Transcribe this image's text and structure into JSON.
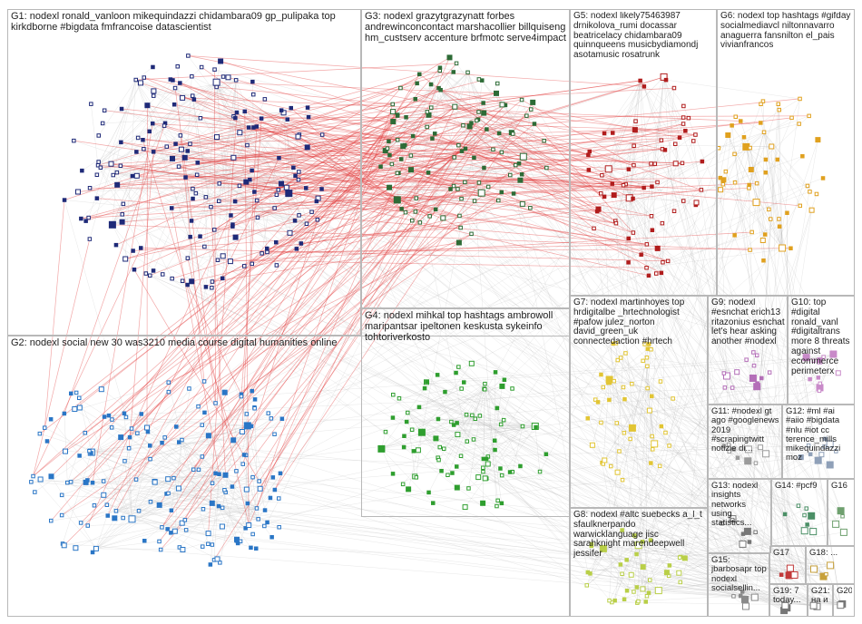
{
  "title": "",
  "colors": {
    "background": "#ffffff",
    "border": "#b8b8b8",
    "edge": "#d2d2d2",
    "inter_edge": "#e23b3b",
    "label": "#1e1e1e"
  },
  "groups": [
    {
      "id": "G1",
      "label": "G1: nodexl ronald_vanloon mikequindazzi chidambara09 gp_pulipaka top kirkdborne #bigdata fmfrancoise datascientist",
      "color": "#1f2a78"
    },
    {
      "id": "G2",
      "label": "G2: nodexl social new 30 was3210 media course digital humanities online",
      "color": "#2a76c6"
    },
    {
      "id": "G3",
      "label": "G3: nodexl grazytgrazynatt forbes andrewinconcontact marshacollier billquiseng hm_custserv accenture brfmotc serve4impact",
      "color": "#2d6b36"
    },
    {
      "id": "G4",
      "label": "G4: nodexl mihkal top hashtags ambrowoll maripantsar ipeltonen keskusta sykeinfo tohtoriverkosto",
      "color": "#2f9e2f"
    },
    {
      "id": "G5",
      "label": "G5: nodexl likely75463987 drnikolova_rumi docassar beatricelacy chidambara09 quinnqueens musicbydiamondj asotamusic rosatrunk",
      "color": "#b11d1d"
    },
    {
      "id": "G6",
      "label": "G6: nodexl top hashtags #gifday socialmediavcl niltonnavarro anaguerra fansnilton el_pais vivianfrancos",
      "color": "#e0a11f"
    },
    {
      "id": "G7",
      "label": "G7: nodexl martinhoyes top hrdigitalbe _hrtechnologist #pafow julez_norton david_green_uk connectedaction #hrtech",
      "color": "#e2c534"
    },
    {
      "id": "G8",
      "label": "G8: nodexl #altc suebecks a_l_t sfaulknerpando warwicklanguage jisc sarahknight marendeepwell jessifer",
      "color": "#b9cf48"
    },
    {
      "id": "G9",
      "label": "G9: nodexl #esnchat erich13 ritazonius esnchat let's hear asking another #nodexl",
      "color": "#b46fb8"
    },
    {
      "id": "G10",
      "label": "G10: top #digital ronald_vanl #digitaltrans more 8 threats against ecommerce perimeterx",
      "color": "#c98ac9"
    },
    {
      "id": "G11",
      "label": "G11: #nodexl gt ago #googlenews 2019 #scrapingtwitt notizie di...",
      "color": "#9b9b9b"
    },
    {
      "id": "G12",
      "label": "G12: #ml #ai #aiio #bigdata #nlu #iot cc terence_mills mikequindazzi moz",
      "color": "#8fa0b8"
    },
    {
      "id": "G13",
      "label": "G13: nodexl insights networks using statistics...",
      "color": "#777777"
    },
    {
      "id": "G14",
      "label": "G14: #pcf9",
      "color": "#4b8f66"
    },
    {
      "id": "G15",
      "label": "G15: jbarbosapr top nodexl socialsellin...",
      "color": "#8a8a8a"
    },
    {
      "id": "G16",
      "label": "G16",
      "color": "#6fa06f"
    },
    {
      "id": "G17",
      "label": "G17",
      "color": "#c23a3a"
    },
    {
      "id": "G18",
      "label": "G18: ...",
      "color": "#c7a03b"
    },
    {
      "id": "G19",
      "label": "G19: 7 today...",
      "color": "#777777"
    },
    {
      "id": "G20",
      "label": "G20",
      "color": "#777777"
    },
    {
      "id": "G21",
      "label": "G21: на и",
      "color": "#777777"
    }
  ]
}
